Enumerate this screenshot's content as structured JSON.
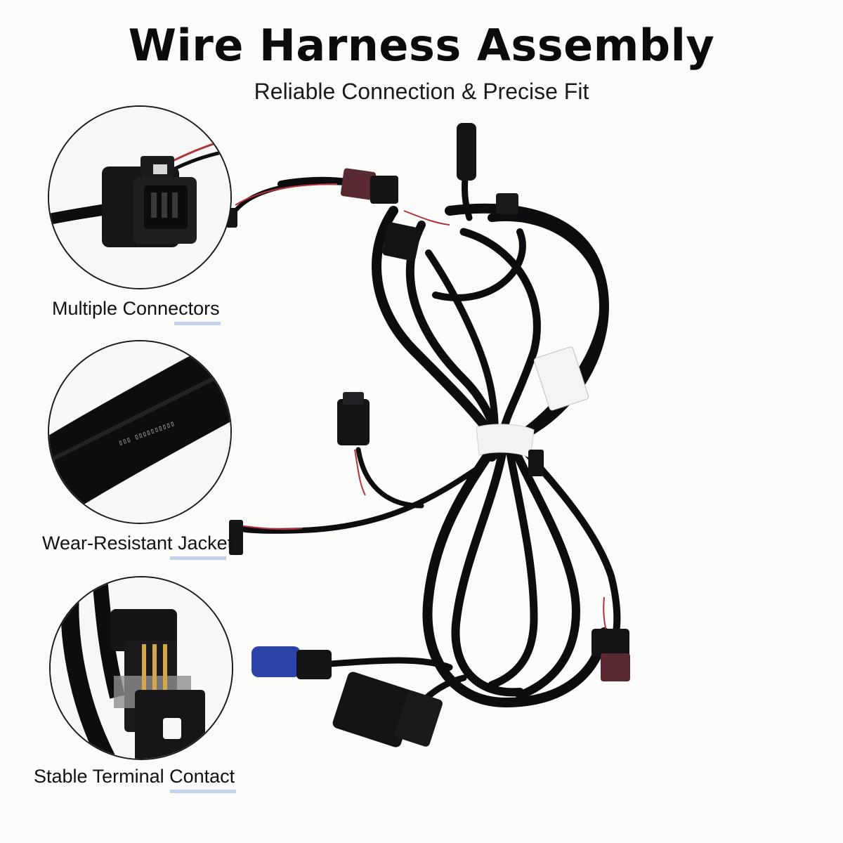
{
  "header": {
    "title": "Wire Harness Assembly",
    "subtitle": "Reliable Connection & Precise Fit"
  },
  "callouts": [
    {
      "label": "Multiple Connectors"
    },
    {
      "label": "Wear-Resistant Jacket"
    },
    {
      "label": "Stable Terminal Contact"
    }
  ],
  "colors": {
    "background": "#fbfbf9",
    "cable": "#0d0d10",
    "accent_blue": "#2c44a8",
    "connector_maroon": "#5a2a33",
    "label_underline": "#c3d3ec"
  }
}
